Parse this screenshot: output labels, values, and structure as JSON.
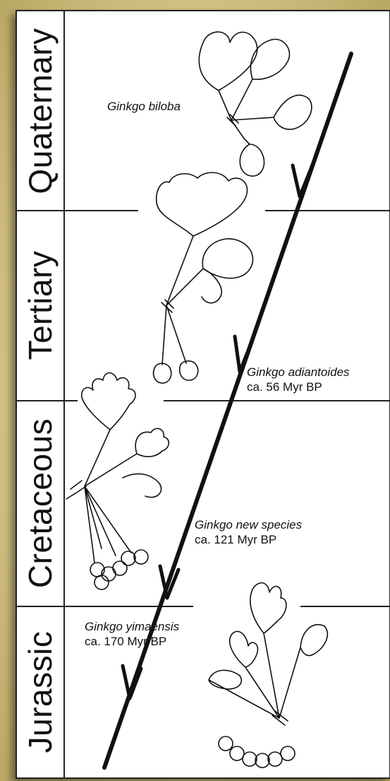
{
  "eras": [
    {
      "label": "Quaternary"
    },
    {
      "label": "Tertiary"
    },
    {
      "label": "Cretaceous"
    },
    {
      "label": "Jurassic"
    }
  ],
  "species": [
    {
      "name": "Ginkgo biloba",
      "age": ""
    },
    {
      "name": "Ginkgo adiantoides",
      "age": "ca. 56 Myr BP"
    },
    {
      "name": "Ginkgo new species",
      "age": "ca. 121 Myr BP"
    },
    {
      "name": "Ginkgo yimaensis",
      "age": "ca. 170 Myr BP"
    }
  ]
}
